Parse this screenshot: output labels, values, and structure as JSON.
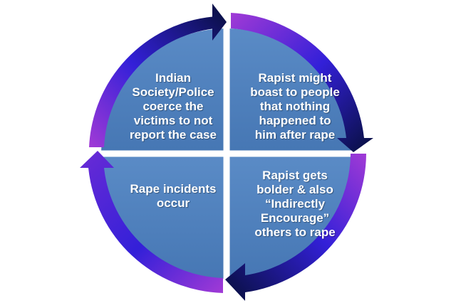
{
  "diagram": {
    "type": "cycle",
    "colors": {
      "quadrant_fill": "#4f81bd",
      "arrow_dark": "#07124a",
      "arrow_blue": "#2a1ad8",
      "arrow_purple": "#9b3bd6"
    },
    "steps": [
      {
        "id": "top-left",
        "text": "Indian\nSociety/Police\ncoerce the\nvictims to not\nreport the case"
      },
      {
        "id": "top-right",
        "text": "Rapist might\nboast to people\nthat nothing\nhappened to\nhim after rape"
      },
      {
        "id": "bottom-right",
        "text": "Rapist gets\nbolder & also\n“Indirectly\nEncourage”\nothers to rape"
      },
      {
        "id": "bottom-left",
        "text": "Rape incidents\noccur"
      }
    ]
  }
}
